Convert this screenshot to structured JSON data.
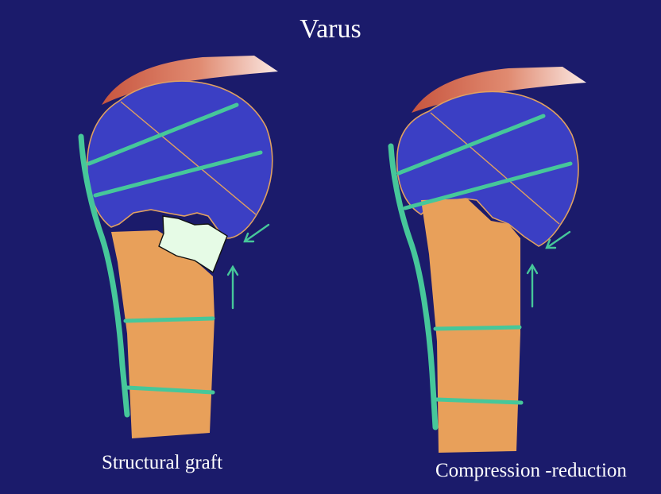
{
  "slide": {
    "title": "Varus",
    "panels": [
      {
        "id": "left",
        "caption": "Structural graft"
      },
      {
        "id": "right",
        "caption": "Compression -reduction"
      }
    ]
  },
  "colors": {
    "background": "#1b1b6b",
    "humeral_head": "#3b3fc4",
    "head_outline": "#e0a060",
    "shaft": "#e8a05a",
    "implant": "#46c79a",
    "graft": "#e6fbe6",
    "muscle": "#d4705a",
    "text": "#ffffff"
  }
}
